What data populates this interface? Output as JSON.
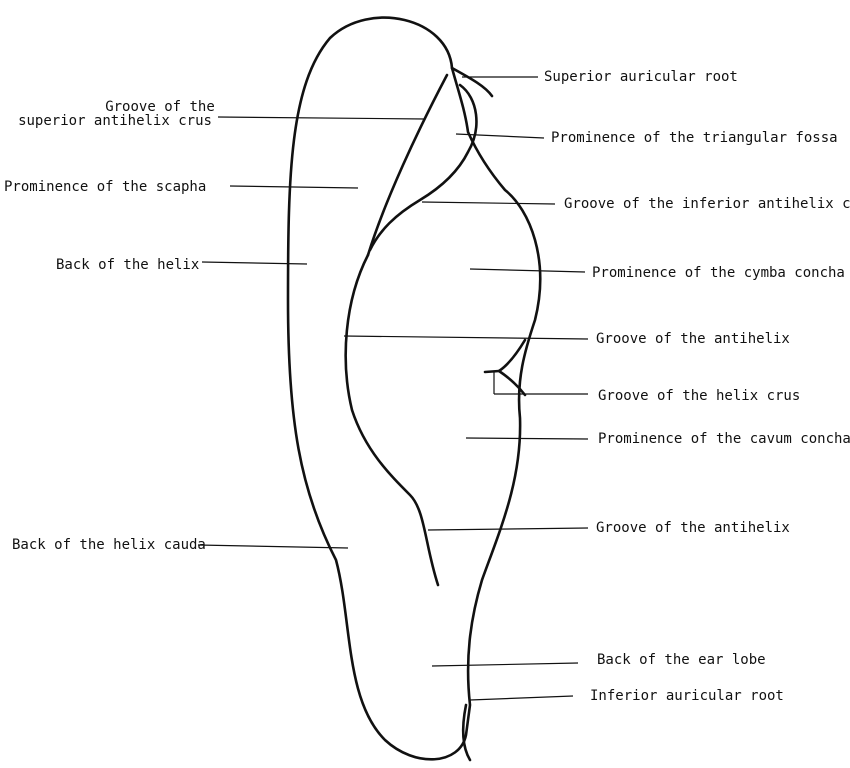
{
  "labels": {
    "superior_auricular_root": "Superior auricular root",
    "groove_superior_antihelix_crus_line1": "Groove of the",
    "groove_superior_antihelix_crus_line2": "superior antihelix crus",
    "prominence_triangular_fossa": "Prominence of the triangular fossa",
    "prominence_scapha": "Prominence of the scapha",
    "groove_inferior_antihelix_crus": "Groove of the inferior antihelix crus",
    "back_of_helix": "Back of the helix",
    "prominence_cymba_concha": "Prominence of the cymba concha",
    "groove_antihelix_upper": "Groove of the antihelix",
    "groove_helix_crus": "Groove of the helix crus",
    "prominence_cavum_concha": "Prominence of the cavum concha",
    "back_of_helix_cauda": "Back of the helix cauda",
    "groove_antihelix_lower": "Groove of the antihelix",
    "back_of_ear_lobe": "Back of the ear lobe",
    "inferior_auricular_root": "Inferior auricular root"
  }
}
